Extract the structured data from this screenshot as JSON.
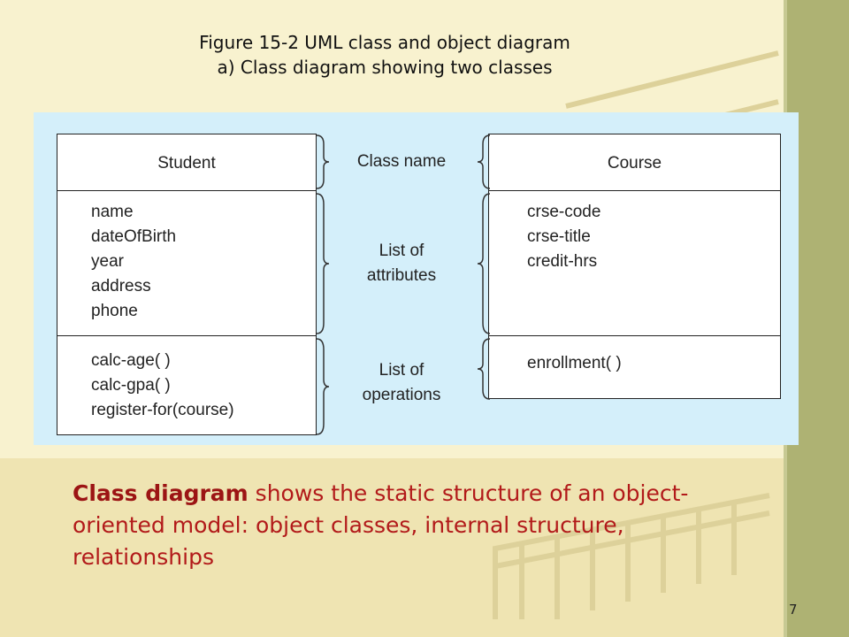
{
  "figure": {
    "title_line1": "Figure 15-2 UML class and object diagram",
    "title_line2": "a) Class diagram showing two classes"
  },
  "diagram": {
    "classes": [
      {
        "name": "Student",
        "attributes": [
          "name",
          "dateOfBirth",
          "year",
          "address",
          "phone"
        ],
        "operations": [
          "calc-age( )",
          "calc-gpa( )",
          "register-for(course)"
        ]
      },
      {
        "name": "Course",
        "attributes": [
          "crse-code",
          "crse-title",
          "credit-hrs"
        ],
        "operations": [
          "enrollment( )"
        ]
      }
    ],
    "labels": {
      "class_name": "Class name",
      "attributes_line1": "List of",
      "attributes_line2": "attributes",
      "operations_line1": "List of",
      "operations_line2": "operations"
    }
  },
  "caption": {
    "term": "Class diagram",
    "text": " shows the static structure of an object-oriented model: object classes, internal structure, relationships"
  },
  "slide": {
    "page_number": "7"
  },
  "colors": {
    "background": "#f8f2cf",
    "side_bar": "#aeb273",
    "diagram_panel": "#d4effa",
    "caption_text": "#b21a1a"
  }
}
